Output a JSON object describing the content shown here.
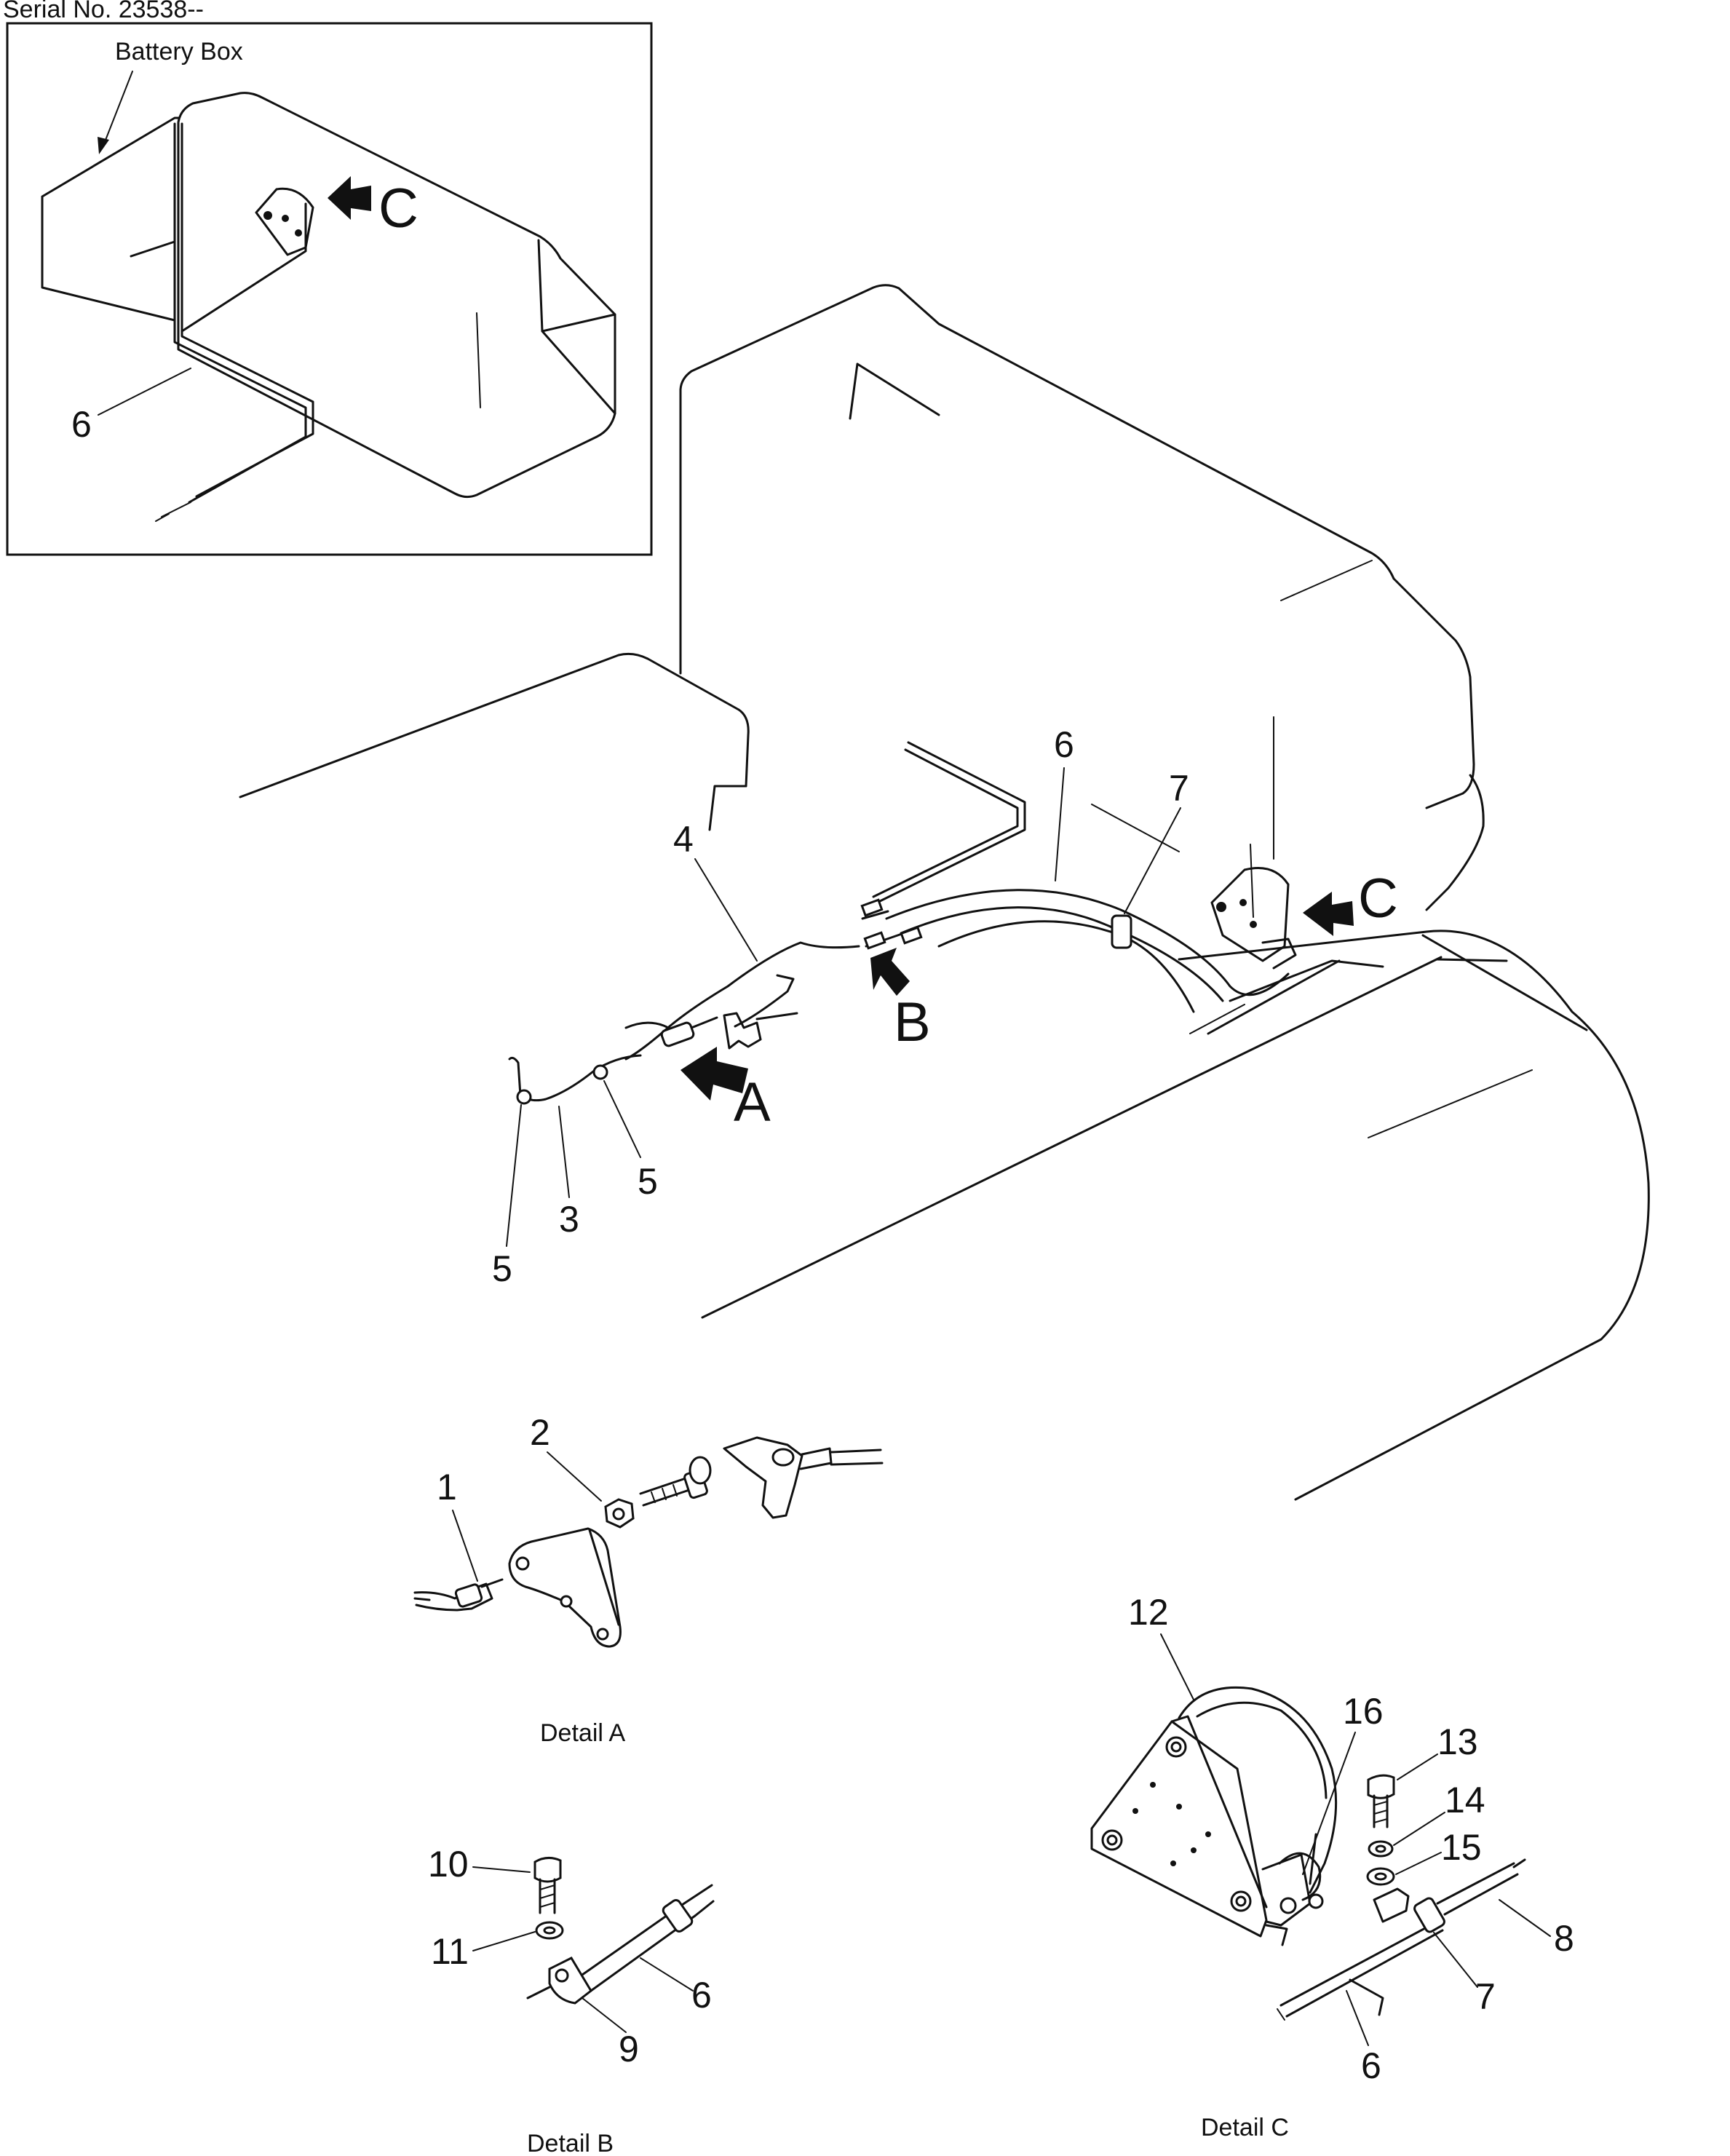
{
  "header": {
    "serial": "Serial No. 23538--"
  },
  "inset": {
    "title": "Battery Box",
    "callout_6": "6",
    "view_c": "C"
  },
  "main": {
    "callouts": {
      "n3": "3",
      "n4": "4",
      "n5a": "5",
      "n5b": "5",
      "n6": "6",
      "n7": "7"
    },
    "views": {
      "a": "A",
      "b": "B",
      "c": "C"
    }
  },
  "detail_a": {
    "caption": "Detail  A",
    "callouts": {
      "n1": "1",
      "n2": "2"
    }
  },
  "detail_b": {
    "caption": "Detail  B",
    "callouts": {
      "n6": "6",
      "n9": "9",
      "n10": "10",
      "n11": "11"
    }
  },
  "detail_c": {
    "caption": "Detail  C",
    "callouts": {
      "n6": "6",
      "n7": "7",
      "n8": "8",
      "n12": "12",
      "n13": "13",
      "n14": "14",
      "n15": "15",
      "n16": "16"
    }
  }
}
